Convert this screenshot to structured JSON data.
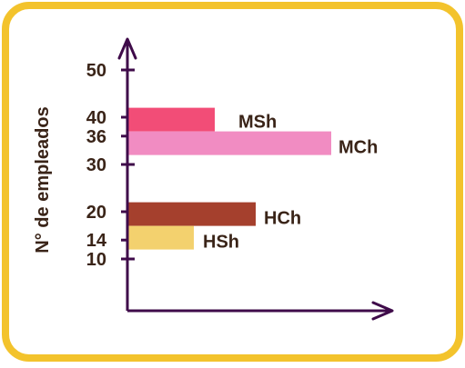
{
  "chart_data": {
    "type": "bar",
    "orientation": "horizontal",
    "ylabel": "N° de empleados",
    "xlabel": "",
    "title": "",
    "y_ticks": [
      10,
      14,
      20,
      30,
      36,
      40,
      50
    ],
    "bars": [
      {
        "label": "MSh",
        "start": 37,
        "end": 42,
        "color": "#f24d77"
      },
      {
        "label": "MCh",
        "start": 32,
        "end": 37,
        "color": "#f18cc2"
      },
      {
        "label": "HCh",
        "start": 17,
        "end": 22,
        "color": "#a5402d"
      },
      {
        "label": "HSh",
        "start": 12,
        "end": 17,
        "color": "#f3d16e"
      }
    ],
    "grid": false,
    "legend": "none"
  },
  "theme": {
    "frame_color": "#f3c32c",
    "axis_color": "#3f0b4a",
    "text_color": "#3a2418"
  }
}
